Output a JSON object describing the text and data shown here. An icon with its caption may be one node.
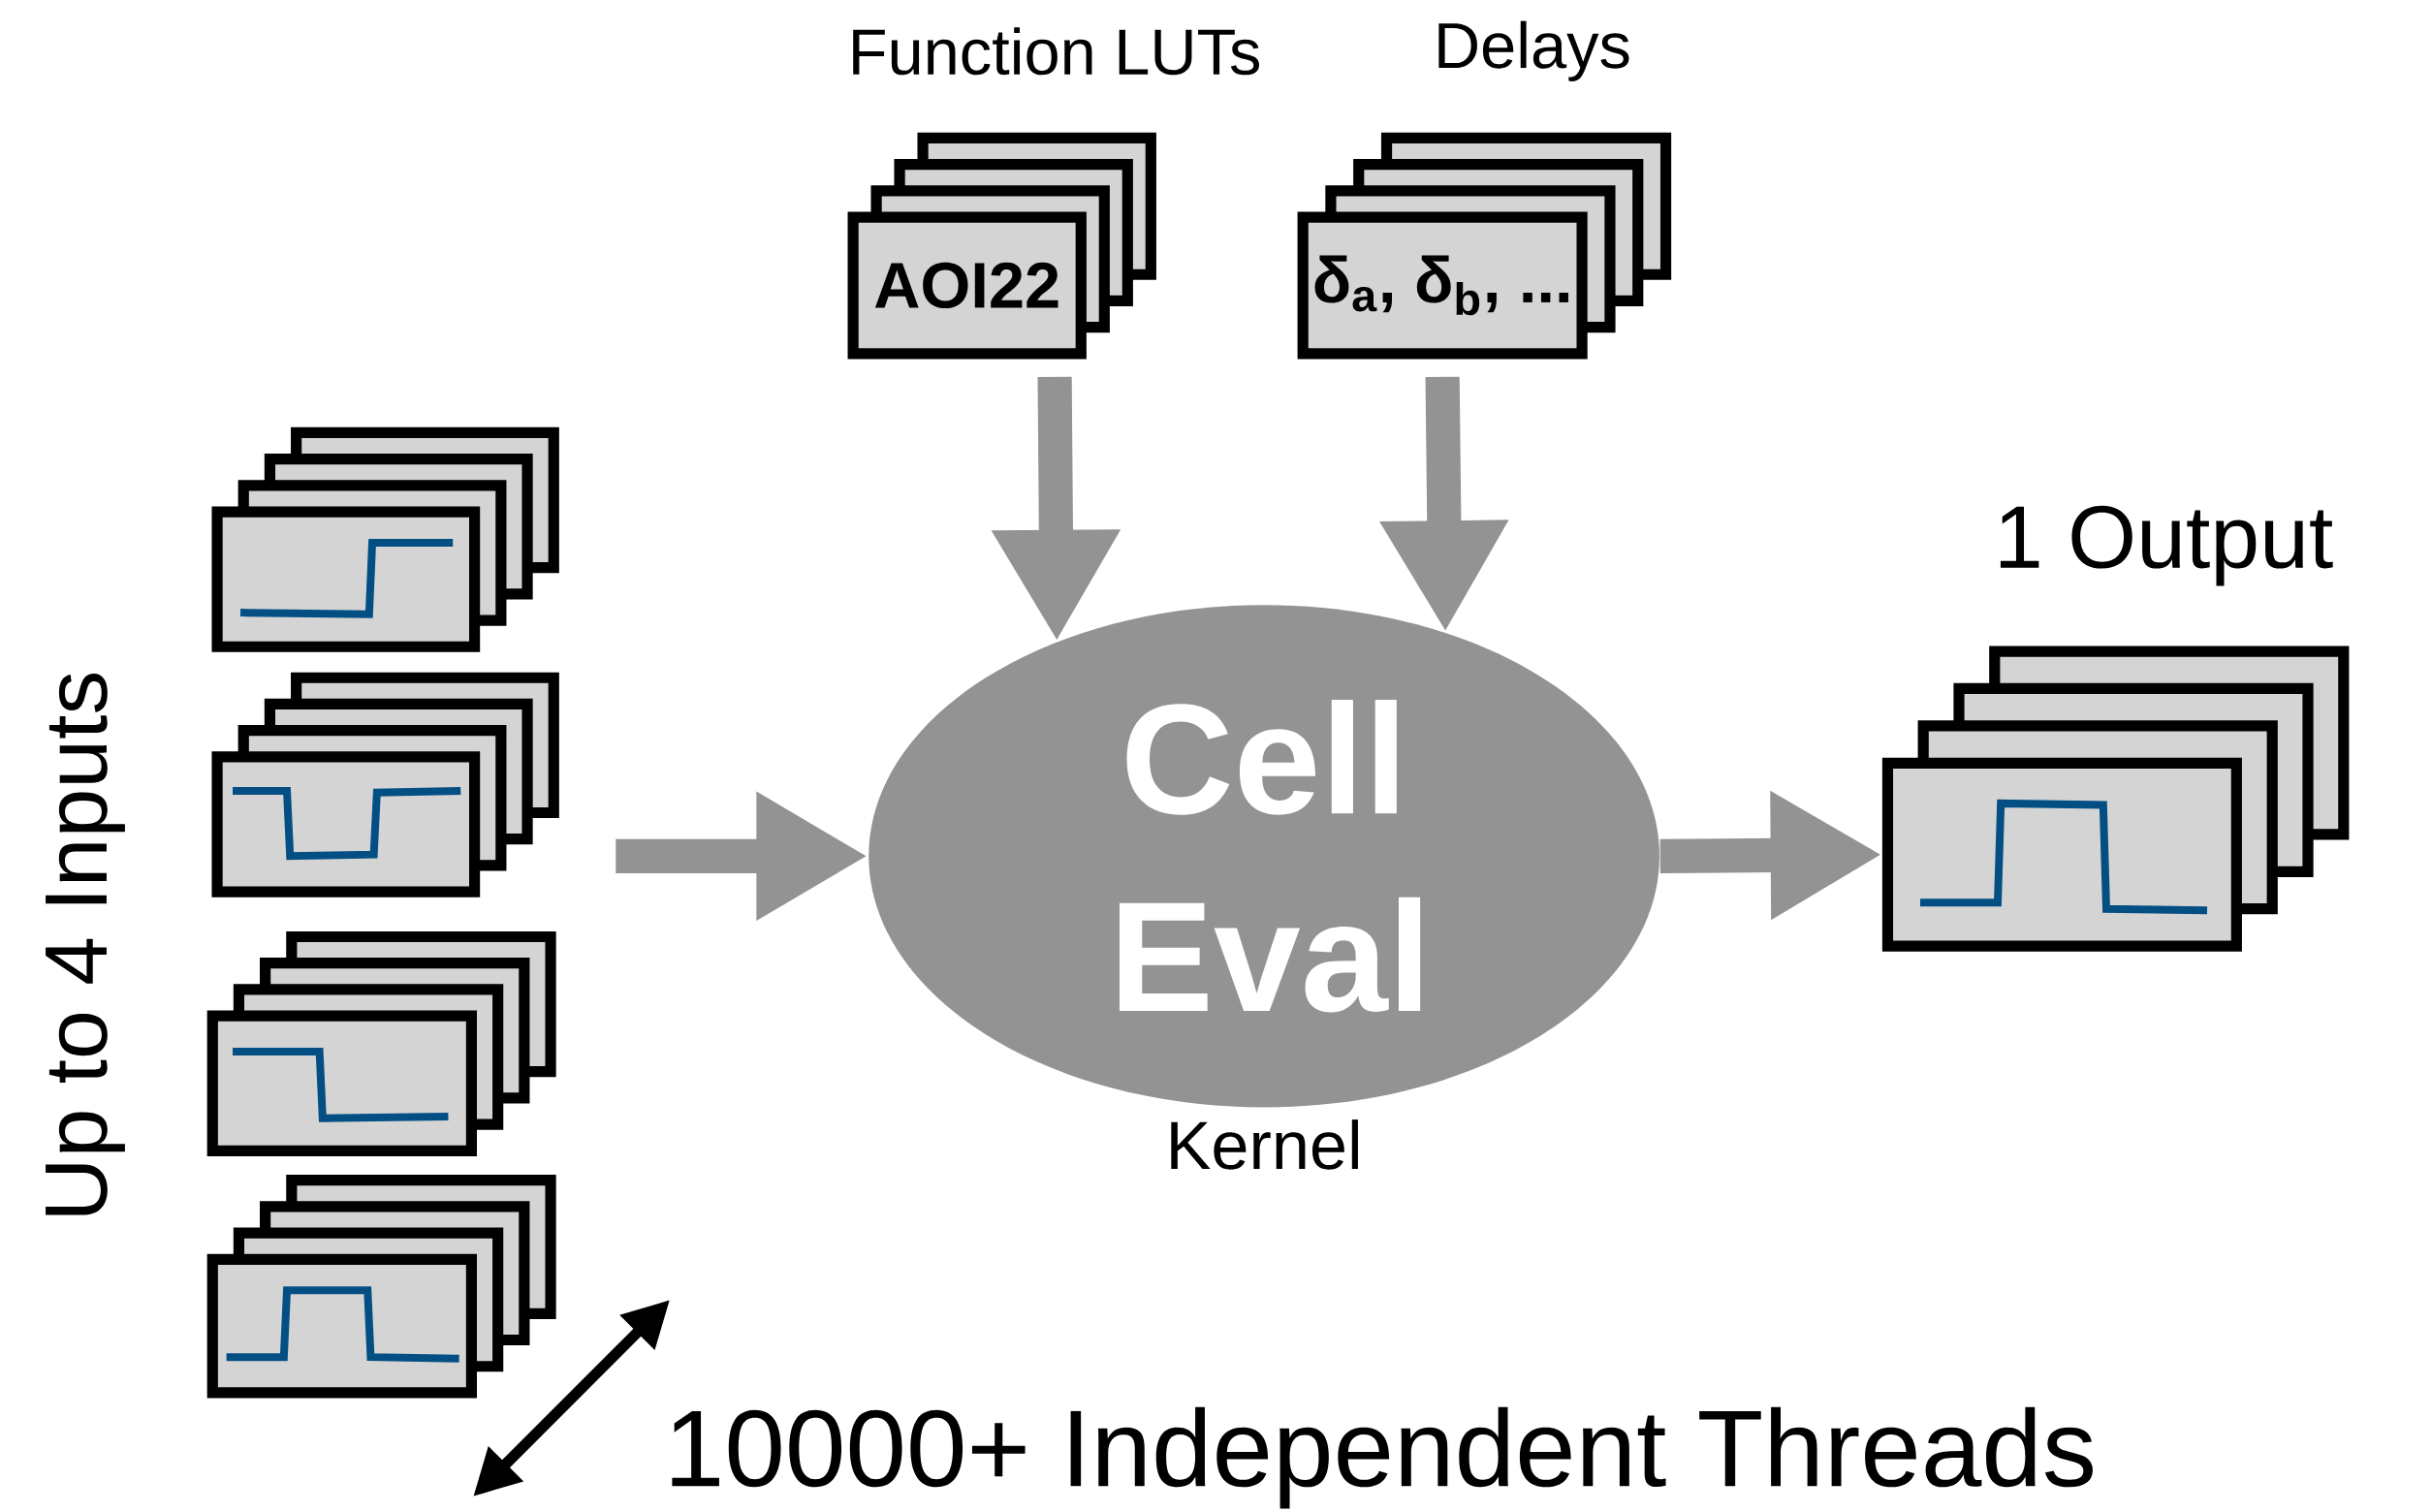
{
  "diagram": {
    "nodes": [
      {
        "text": [
          "AOI22"
        ],
        "beside": [
          "Function LUTs"
        ]
      },
      {
        "text": [
          "δ$_{a}$, δ$_{b}$, ..."
        ],
        "beside": [
          "Delays"
        ]
      },
      {
        "text": [
          "Cell Eval"
        ],
        "beside": [
          "Kernel"
        ]
      },
      {
        "text": [],
        "shape": "box"
      },
      {
        "text": [],
        "shape": "box"
      },
      {
        "text": [],
        "shape": "box"
      },
      {
        "text": [],
        "shape": "box"
      },
      {
        "text": [],
        "shape": "box",
        "beside": [
          "1 Output"
        ]
      }
    ],
    "edges": [
      {
        "from": 0,
        "to": 2,
        "arrow": "to"
      },
      {
        "from": 1,
        "to": 2,
        "arrow": "to"
      },
      {
        "from": null,
        "to": 2,
        "arrow": "to"
      },
      {
        "from": 2,
        "to": 7,
        "arrow": "to"
      }
    ],
    "labels": [
      "Up to 4 Inputs",
      "10000+ Independent Threads"
    ]
  }
}
